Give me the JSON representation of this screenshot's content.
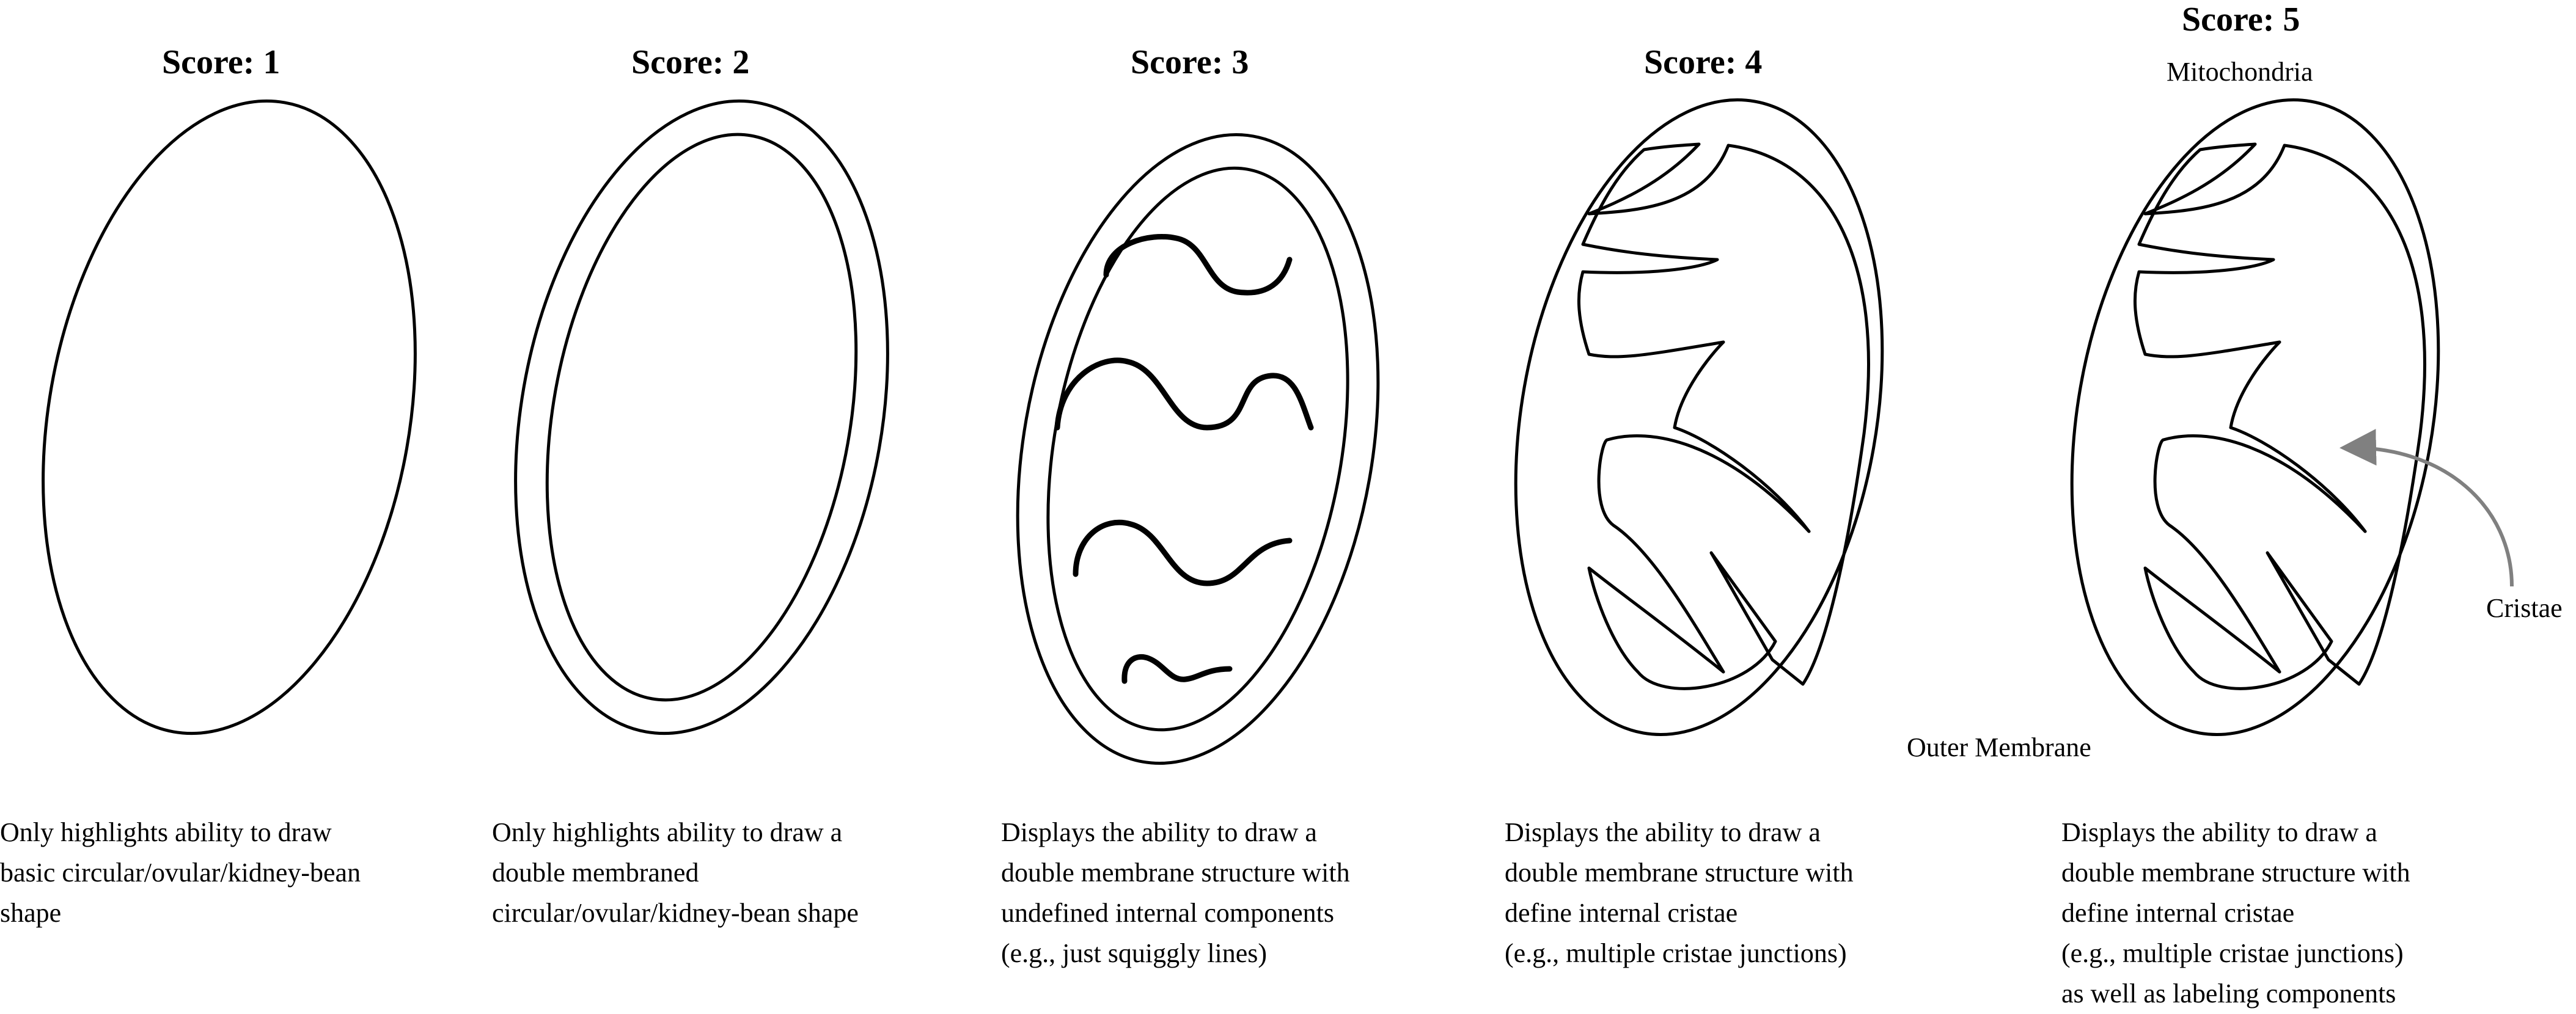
{
  "panels": [
    {
      "score": "Score: 1",
      "desc": [
        "Only highlights ability to draw",
        "basic circular/ovular/kidney-bean",
        "shape"
      ]
    },
    {
      "score": "Score: 2",
      "desc": [
        "Only highlights ability to draw a",
        "double membraned",
        "circular/ovular/kidney-bean shape"
      ]
    },
    {
      "score": "Score: 3",
      "desc": [
        "Displays the ability to draw a",
        "double membrane structure with",
        "undefined internal components",
        "(e.g., just squiggly lines)"
      ]
    },
    {
      "score": "Score: 4",
      "desc": [
        "Displays the ability to draw a",
        "double membrane structure with",
        "define internal cristae",
        "(e.g., multiple cristae junctions)"
      ]
    },
    {
      "score": "Score: 5",
      "desc": [
        "Displays the ability to draw a",
        "double membrane structure with",
        "define internal cristae",
        "(e.g., multiple cristae junctions)",
        "as well as labeling components"
      ]
    }
  ],
  "labels": {
    "mitochondria": "Mitochondria",
    "cristae": "Cristae",
    "outer_membrane": "Outer Membrane"
  },
  "colors": {
    "stroke": "#000000",
    "arrow": "#808080"
  }
}
